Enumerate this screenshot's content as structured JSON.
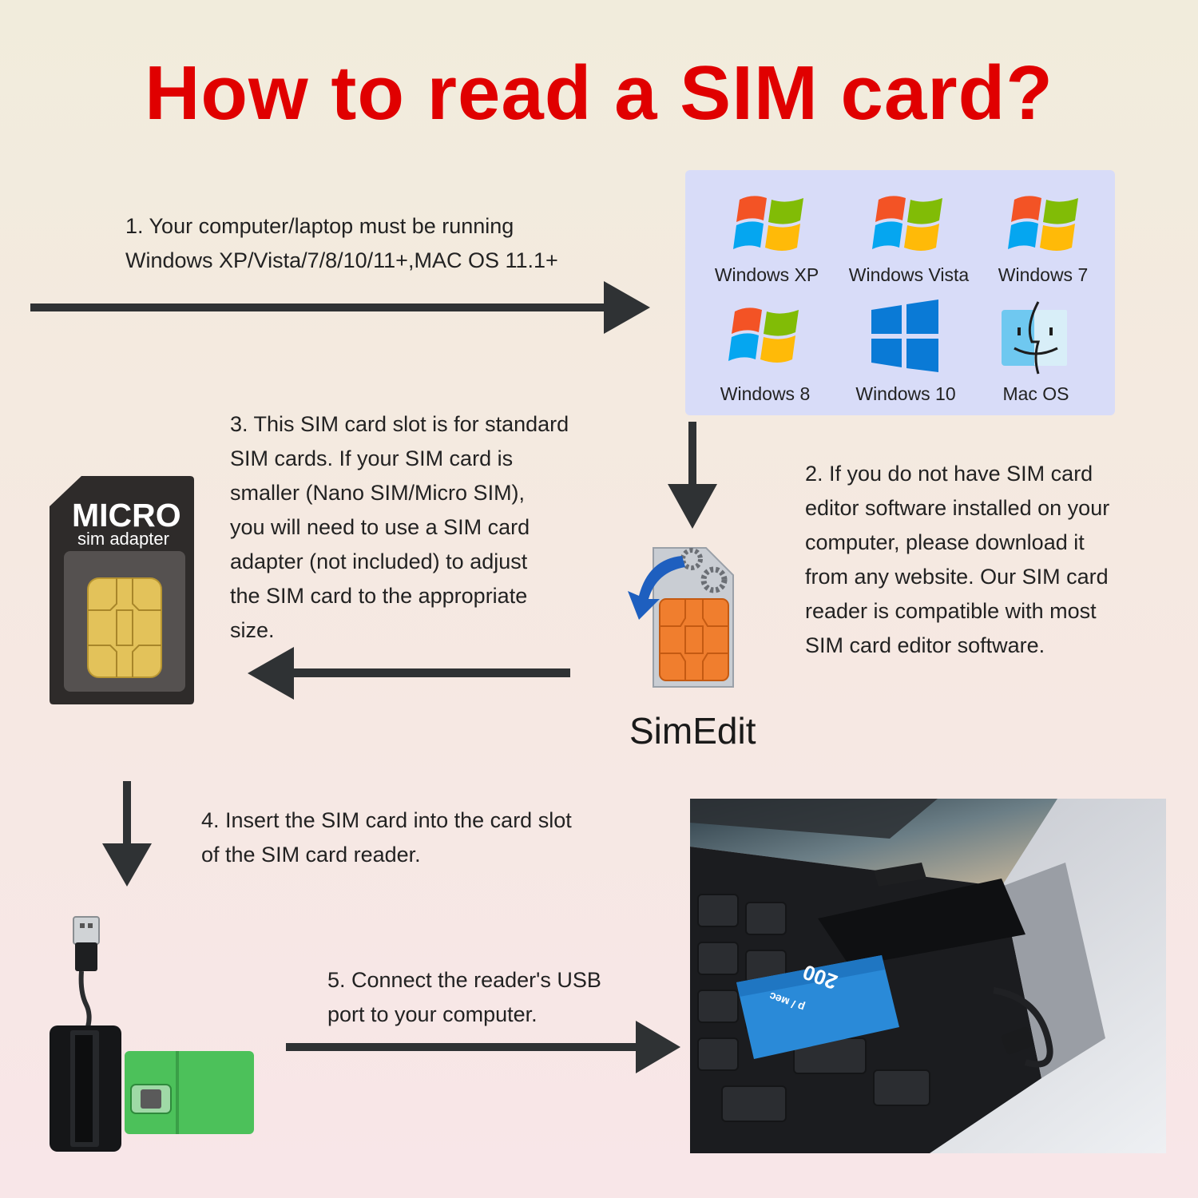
{
  "title": "How to read a SIM card?",
  "steps": {
    "step1": [
      "1. Your computer/laptop must be running",
      "Windows XP/Vista/7/8/10/11+,MAC OS 11.1+"
    ],
    "step2": [
      "2. If you do not have SIM card",
      "editor software installed on your",
      "computer, please download it",
      "from any website. Our SIM card",
      "reader is compatible with most",
      "SIM card editor software."
    ],
    "step3": [
      "3. This SIM card slot is for standard",
      "SIM cards. If your SIM card is",
      "smaller (Nano SIM/Micro SIM),",
      "you will need to use a SIM card",
      "adapter (not included) to adjust",
      "the SIM card to the appropriate",
      "size."
    ],
    "step4": [
      "4. Insert the SIM card into the card slot",
      "of the SIM card reader."
    ],
    "step5": [
      "5. Connect the reader's USB",
      "port to your computer."
    ]
  },
  "os_list": [
    {
      "label": "Windows XP",
      "icon": "windows-flag-icon"
    },
    {
      "label": "Windows Vista",
      "icon": "windows-flag-icon"
    },
    {
      "label": "Windows 7",
      "icon": "windows-flag-icon"
    },
    {
      "label": "Windows 8",
      "icon": "windows-flag-icon"
    },
    {
      "label": "Windows 10",
      "icon": "windows-10-icon"
    },
    {
      "label": "Mac OS",
      "icon": "mac-finder-icon"
    }
  ],
  "micro_adapter": {
    "line1": "MICRO",
    "line2": "sim adapter"
  },
  "simedit_label": "SimEdit",
  "sim_card_text": {
    "amount": "200",
    "unit": "р / мес"
  },
  "colors": {
    "title": "#e00000",
    "arrow": "#2f3234",
    "panel": "#d8dcf8"
  }
}
